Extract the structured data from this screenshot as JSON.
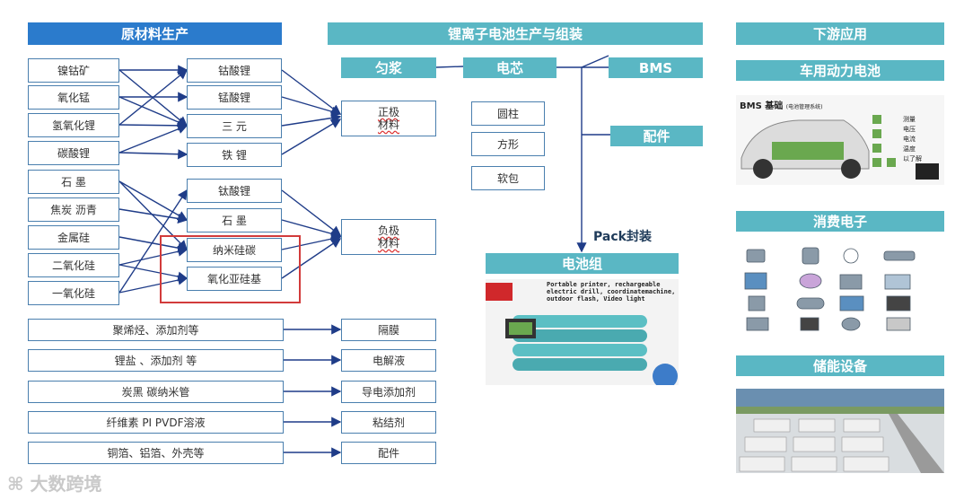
{
  "headers": {
    "raw": "原材料生产",
    "battery": "锂离子电池生产与组装",
    "downstream": "下游应用",
    "slurry": "匀浆",
    "cell": "电芯",
    "bms": "BMS",
    "parts": "配件",
    "pack": "电池组",
    "ev": "车用动力电池",
    "consumer": "消费电子",
    "storage": "储能设备"
  },
  "raw_left": [
    "镍钴矿",
    "氧化锰",
    "氢氧化锂",
    "碳酸锂",
    "石 墨",
    "焦炭 沥青",
    "金属硅",
    "二氧化硅",
    "一氧化硅"
  ],
  "raw_mid": [
    "钴酸锂",
    "锰酸锂",
    "三 元",
    "铁 锂",
    "钛酸锂",
    "石 墨",
    "纳米硅碳",
    "氧化亚硅基"
  ],
  "electrode": {
    "positive": [
      "正极",
      "材料"
    ],
    "negative": [
      "负极",
      "材料"
    ]
  },
  "cell_types": [
    "圆柱",
    "方形",
    "软包"
  ],
  "pack_label": "Pack封装",
  "wide_inputs": [
    "聚烯烃、添加剂等",
    "锂盐 、添加剂 等",
    "炭黑 碳纳米管",
    "纤维素 PI PVDF溶液",
    "铜箔、铝箔、外壳等"
  ],
  "wide_outputs": [
    "隔膜",
    "电解液",
    "导电添加剂",
    "粘结剂",
    "配件"
  ],
  "images": {
    "ev_title": "BMS 基础",
    "ev_sub": "(电池管理系统)",
    "ev_labels": [
      "测量",
      "电压",
      "电流",
      "温度",
      "以了解"
    ],
    "pack_text": [
      "Portable printer, rechargeable",
      "electric drill, coordinatemachine,",
      "outdoor flash, Video light"
    ]
  },
  "watermark": "大数跨境"
}
